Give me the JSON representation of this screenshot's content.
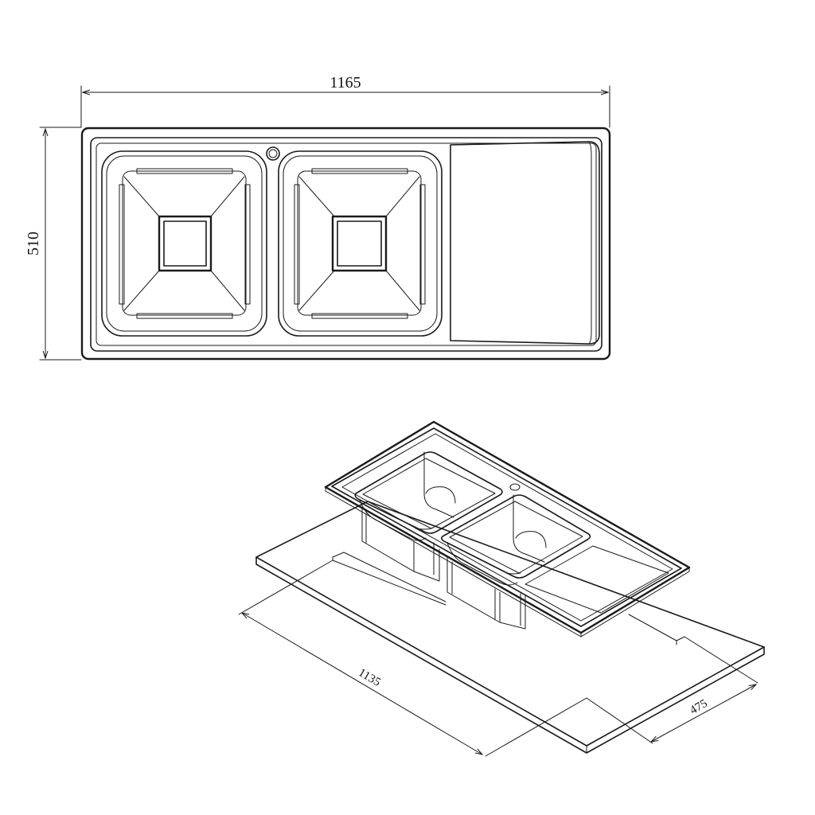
{
  "top_view": {
    "width_label": "1165",
    "height_label": "510"
  },
  "iso_view": {
    "cutout_length_label": "1135",
    "cutout_depth_label": "475"
  }
}
